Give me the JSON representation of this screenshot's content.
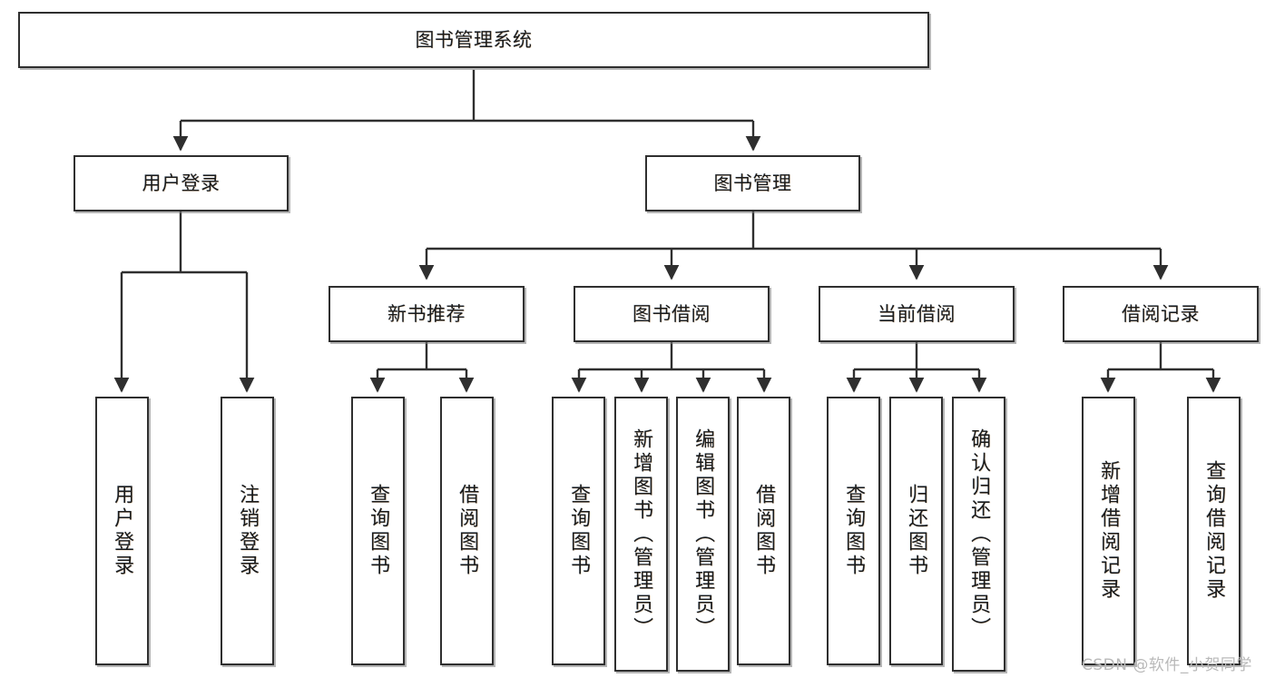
{
  "diagram": {
    "title": "图书管理系统",
    "type": "hierarchy-tree",
    "watermark": "CSDN @软件_小贺同学",
    "colors": {
      "box_border": "#2f2f2f",
      "box_fill": "#ffffff",
      "connector": "#2f2f2f",
      "text": "#1a1a1a",
      "watermark": "#b9b9b9",
      "background": "#ffffff"
    },
    "root": {
      "label": "图书管理系统"
    },
    "level2": [
      {
        "label": "用户登录"
      },
      {
        "label": "图书管理"
      }
    ],
    "level3": [
      {
        "label": "新书推荐"
      },
      {
        "label": "图书借阅"
      },
      {
        "label": "当前借阅"
      },
      {
        "label": "借阅记录"
      }
    ],
    "leaves": {
      "user_login": [
        {
          "label": "用户登录"
        },
        {
          "label": "注销登录"
        }
      ],
      "new_book_recommend": [
        {
          "label": "查询图书"
        },
        {
          "label": "借阅图书"
        }
      ],
      "book_borrow": [
        {
          "label": "查询图书"
        },
        {
          "label": "新增图书（管理员）"
        },
        {
          "label": "编辑图书（管理员）"
        },
        {
          "label": "借阅图书"
        }
      ],
      "current_borrow": [
        {
          "label": "查询图书"
        },
        {
          "label": "归还图书"
        },
        {
          "label": "确认归还（管理员）"
        }
      ],
      "borrow_records": [
        {
          "label": "新增借阅记录"
        },
        {
          "label": "查询借阅记录"
        }
      ]
    }
  }
}
